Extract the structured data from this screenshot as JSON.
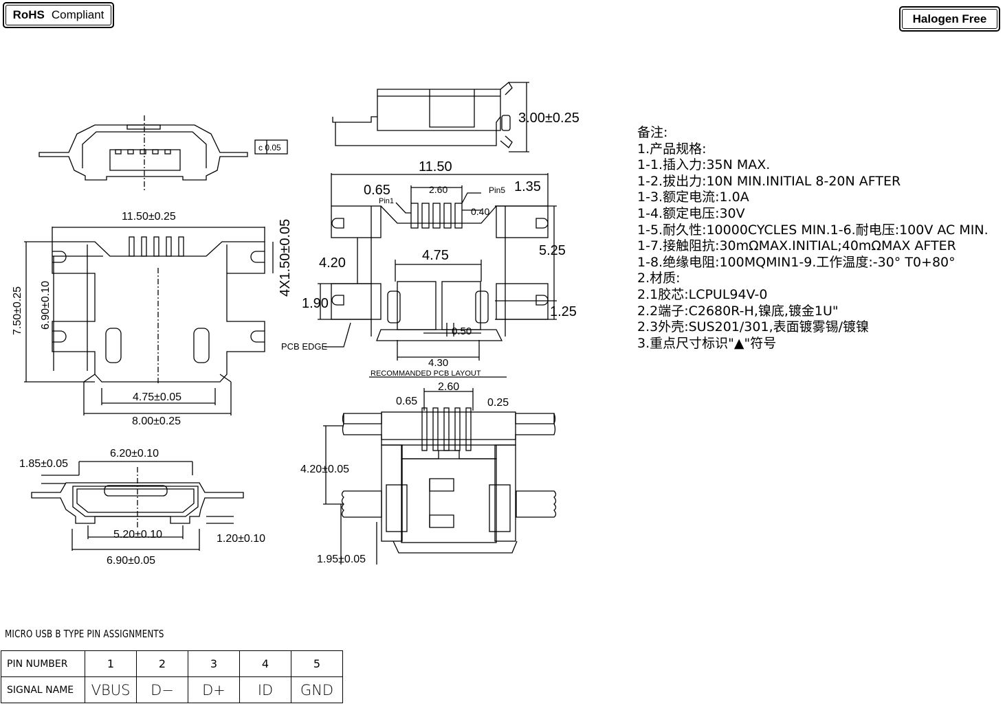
{
  "badges": {
    "rohs_bold": "RoHS",
    "rohs_text": "Compliant",
    "halogen": "Halogen Free"
  },
  "dims": {
    "top_view_flat": "c  0.05",
    "side_height": "3.00±0.25",
    "pcb_total_width": "11.50",
    "pitch": "0.65",
    "pin_span": "2.60",
    "pin1": "Pin1",
    "pin5": "Pin5",
    "right_offset": "1.35",
    "pin_width": "0.40",
    "pad_height": "5.25",
    "pad_gap_left": "4.20",
    "center_gap": "4.75",
    "pad_small": "1.90",
    "pad_right": "1.25",
    "pad_small_w": "0.50",
    "bottom_width": "4.30",
    "pcb_edge": "PCB EDGE",
    "recommended": "RECOMMANDED PCB LAYOUT",
    "front_width": "11.50±0.25",
    "four_x": "4X1.50±0.05",
    "total_height": "7.50±0.25",
    "body_height": "6.90±0.10",
    "inner_width": "4.75±0.05",
    "base_width": "8.00±0.25",
    "plug_width": "6.20±0.10",
    "plug_height": "1.85±0.05",
    "plug_inner": "5.20±0.10",
    "plug_thick": "1.20±0.10",
    "plug_base": "6.90±0.05",
    "layout_span": "2.60",
    "layout_pitch": "0.65",
    "layout_pin": "0.25",
    "layout_height": "4.20±0.05",
    "layout_bottom": "1.95±0.05"
  },
  "notes": [
    "备注:",
    "1.产品规格:",
    "1-1.插入力:35N MAX.",
    "1-2.拔出力:10N MIN.INITIAL 8-20N AFTER",
    "1-3.额定电流:1.0A",
    "1-4.额定电压:30V",
    "1-5.耐久性:10000CYCLES MIN.1-6.耐电压:100V AC MIN.",
    "1-7.接触阻抗:30mΩMAX.INITIAL;40mΩMAX AFTER",
    "1-8.绝缘电阻:100MQMIN1-9.工作温度:-30° T0+80°",
    "2.材质:",
    "2.1胶芯:LCPUL94V-0",
    "2.2端子:C2680R-H,镍底,镀金1U\"",
    "2.3外壳:SUS201/301,表面镀雾锡/镀镍",
    "3.重点尺寸标识\"▲\"符号"
  ],
  "pin_table": {
    "title": "MICRO USB B TYPE PIN ASSIGNMENTS",
    "row1_label": "PIN NUMBER",
    "row2_label": "SIGNAL NAME",
    "pins": [
      "1",
      "2",
      "3",
      "4",
      "5"
    ],
    "signals": [
      "VBUS",
      "D−",
      "D+",
      "ID",
      "GND"
    ]
  }
}
